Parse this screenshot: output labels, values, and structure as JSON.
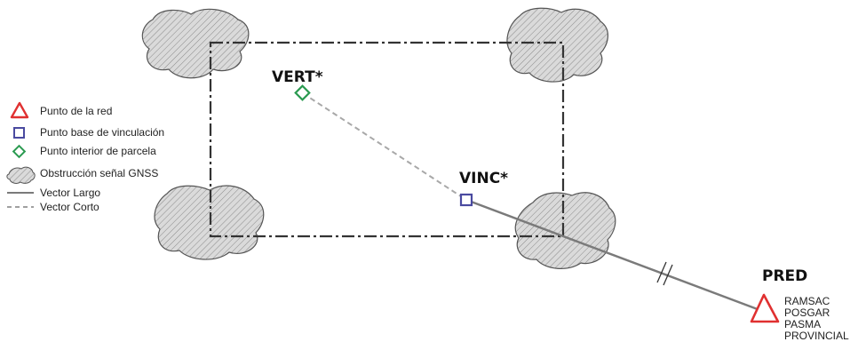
{
  "colors": {
    "red_triangle": "#e03030",
    "blue_square": "#4a4aa0",
    "green_diamond": "#2a9a50",
    "obstruction_fill": "#d8d8d8",
    "obstruction_stroke": "#555555",
    "vector_long": "#7a7a7a",
    "vector_short": "#a8a8a8"
  },
  "legend": {
    "items": [
      {
        "icon": "red-triangle-icon",
        "label": "Punto de la red"
      },
      {
        "icon": "blue-square-icon",
        "label": "Punto base de vinculación"
      },
      {
        "icon": "green-diamond-icon",
        "label": "Punto interior de parcela"
      },
      {
        "icon": "cloud-icon",
        "label": "Obstrucción señal GNSS"
      },
      {
        "icon": "solid-line-icon",
        "label": "Vector Largo"
      },
      {
        "icon": "dashed-line-icon",
        "label": "Vector Corto"
      }
    ]
  },
  "points": {
    "vert": "VERT*",
    "vinc": "VINC*",
    "pred": "PRED"
  },
  "pred_networks": [
    "RAMSAC",
    "POSGAR",
    "PASMA",
    "PROVINCIAL"
  ]
}
